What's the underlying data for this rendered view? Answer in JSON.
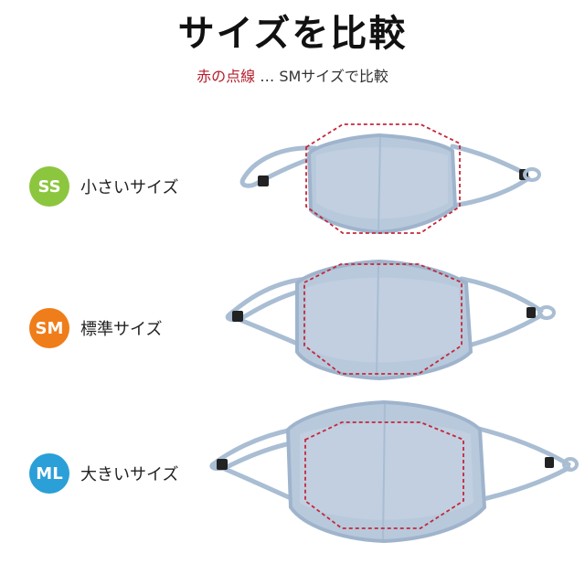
{
  "title": "サイズを比較",
  "subtitle": {
    "red_text": "赤の点線",
    "rest_text": " … SMサイズで比較"
  },
  "colors": {
    "mask": "#b8c9dc",
    "mask_edge": "#9fb4cc",
    "mask_inner": "#c6d4e4",
    "strap": "#a9bdd3",
    "dash": "#c4283a",
    "ss": "#8cc63f",
    "sm": "#ef7d1a",
    "ml": "#2a9fd8"
  },
  "sizes": [
    {
      "code": "SS",
      "name": "小さいサイズ"
    },
    {
      "code": "SM",
      "name": "標準サイズ"
    },
    {
      "code": "ML",
      "name": "大きいサイズ"
    }
  ]
}
